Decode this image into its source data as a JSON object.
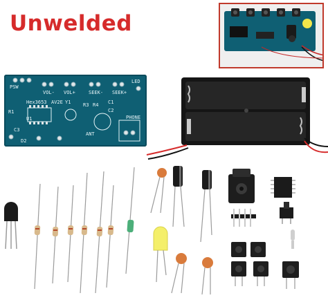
{
  "headline": {
    "text": "Unwelded",
    "color": "#d62b2b"
  },
  "pcb": {
    "labels": [
      "PSW",
      "VOL-",
      "VOL+",
      "SEEK-",
      "SEEK+",
      "LED",
      "Hex3653",
      "AV2E",
      "Y1",
      "R1",
      "C3",
      "U1",
      "D2",
      "R3",
      "R4",
      "C1",
      "C2",
      "PHONE",
      "ANT"
    ],
    "board_color": "#0f5f73"
  },
  "colors": {
    "accent_red": "#d62b2b",
    "battery_black": "#151515",
    "led_yellow": "#f4ef6a",
    "capacitor_orange": "#d97b3c",
    "resistor_tan": "#d8b98c"
  }
}
